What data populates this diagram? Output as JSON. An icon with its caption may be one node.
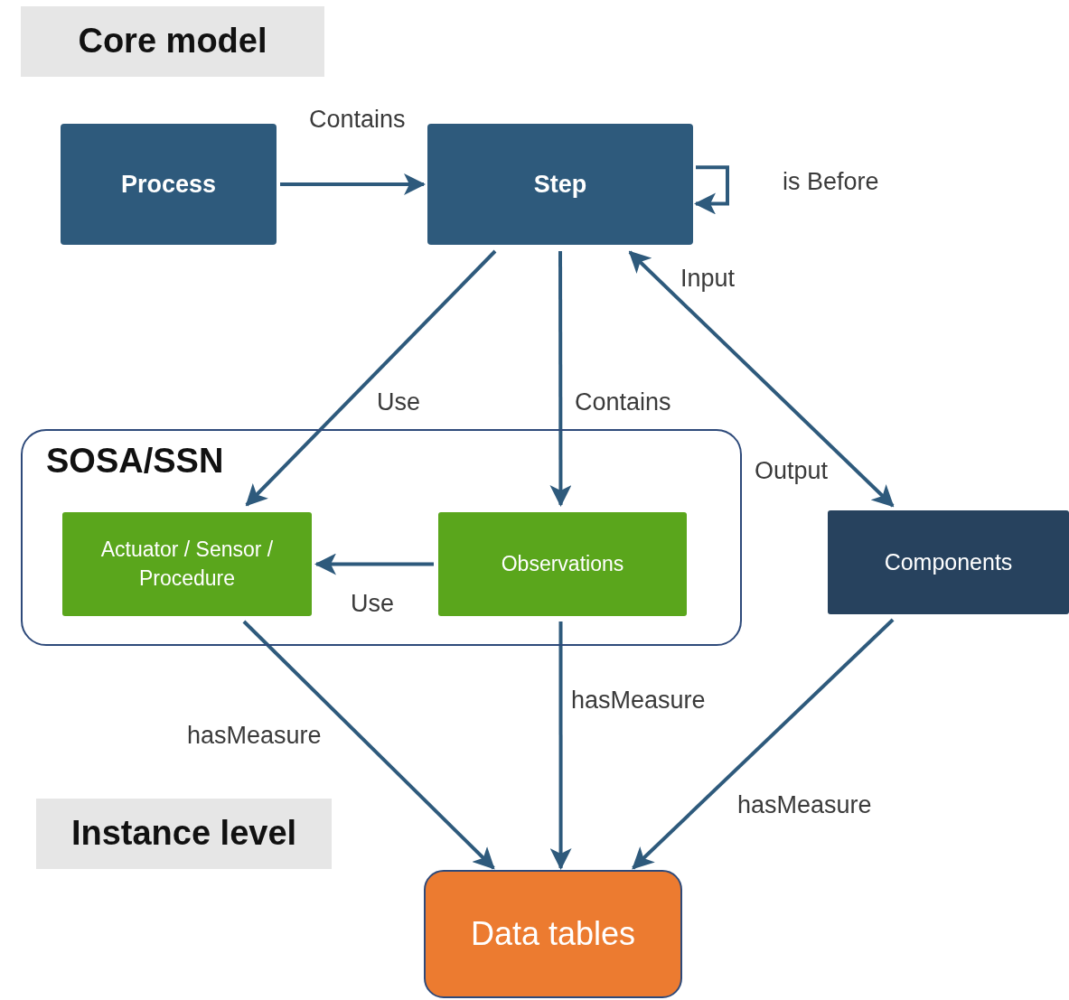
{
  "diagram": {
    "nodes": [
      {
        "text": [
          "Core model"
        ]
      },
      {
        "text": [
          "Process"
        ]
      },
      {
        "text": [
          "Step"
        ]
      },
      {
        "text": [
          "SOSA/SSN"
        ]
      },
      {
        "text": [
          "Actuator / Sensor / Procedure"
        ],
        "in": 3
      },
      {
        "text": [
          "Observations"
        ],
        "in": 3
      },
      {
        "text": [
          "Components"
        ]
      },
      {
        "text": [
          "Instance level"
        ]
      },
      {
        "text": [
          "Data tables"
        ]
      }
    ],
    "edges": [
      {
        "from": 1,
        "to": 2,
        "arrow": "to",
        "label": "Contains"
      },
      {
        "from": 2,
        "to": 2,
        "arrow": "to",
        "label": "is Before"
      },
      {
        "from": 2,
        "to": 4,
        "arrow": "to",
        "label": "Use"
      },
      {
        "from": 2,
        "to": 5,
        "arrow": "to",
        "label": "Contains"
      },
      {
        "from": 2,
        "to": 6,
        "arrow": "both",
        "label": "Input"
      },
      {
        "from": 5,
        "to": 4,
        "arrow": "to",
        "label": "Use"
      },
      {
        "from": 4,
        "to": 8,
        "arrow": "to",
        "label": "hasMeasure"
      },
      {
        "from": 5,
        "to": 8,
        "arrow": "to",
        "label": "hasMeasure"
      },
      {
        "from": 6,
        "to": 8,
        "arrow": "to",
        "label": "hasMeasure"
      }
    ],
    "labels": [
      "Output"
    ]
  }
}
